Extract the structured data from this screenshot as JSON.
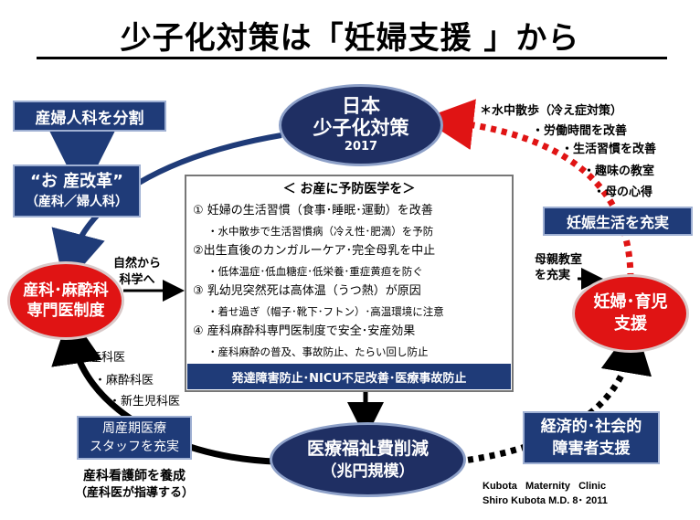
{
  "title": "少子化対策は「妊婦支援 」から",
  "center_oval": {
    "line1": "日本",
    "line2": "少子化対策",
    "year": "2017"
  },
  "left_top_box": "産婦人科を分割",
  "reform_box": {
    "line1": "“お 産改革”",
    "line2": "（産科／婦人科）"
  },
  "red_left_oval": {
    "line1": "産科･麻酔科",
    "line2": "専門医制度"
  },
  "nature_label": {
    "line1": "自然から",
    "line2": "科学へ"
  },
  "center_panel": {
    "heading": "＜ お産に予防医学を＞",
    "items": [
      "①  妊婦の生活習慣（食事･睡眠･運動）を改善",
      "・水中散歩で生活習慣病（冷え性･肥満）を予防",
      "②出生直後のカンガルーケア･完全母乳を中止",
      "・低体温症･低血糖症･低栄養･重症黄疸を防ぐ",
      "③  乳幼児突然死は高体温（うつ熱）が原因",
      "・着せ過ぎ（帽子･靴下･フトン）･高温環境に注意",
      "④  産科麻酔科専門医制度で安全･安産効果",
      "・産科麻酔の普及、事故防止、たらい回し防止"
    ],
    "footer": "発達障害防止･NICU不足改善･医療事故防止"
  },
  "right_list": [
    "＊水中散歩（冷え症対策）",
    "・労働時間を改善",
    "・生活習慣を改善",
    "・趣味の教室",
    "・母の心得"
  ],
  "pregnancy_box": "妊娠生活を充実",
  "class_label": {
    "line1": "母親教室",
    "line2": "を充実"
  },
  "red_right_oval": {
    "line1": "妊婦･育児",
    "line2": "支援"
  },
  "economic_box": {
    "line1": "経済的･社会的",
    "line2": "障害者支援"
  },
  "bottom_oval": {
    "line1": "医療福祉費削減",
    "line2": "（兆円規模）"
  },
  "staff_list": [
    "・産科医",
    "・麻酔科医",
    "・新生児科医"
  ],
  "staff_box": {
    "line1": "周産期医療",
    "line2": "スタッフを充実"
  },
  "nurse_label": {
    "line1": "産科看護師を養成",
    "line2": "（産科医が指導する）"
  },
  "credit": {
    "line1": "Kubota   Maternity   Clinic",
    "line2": "Shiro Kubota M.D. 8･ 2011"
  },
  "colors": {
    "navy": "#1f2f63",
    "red": "#e01414",
    "box_blue": "#1f3b78"
  }
}
